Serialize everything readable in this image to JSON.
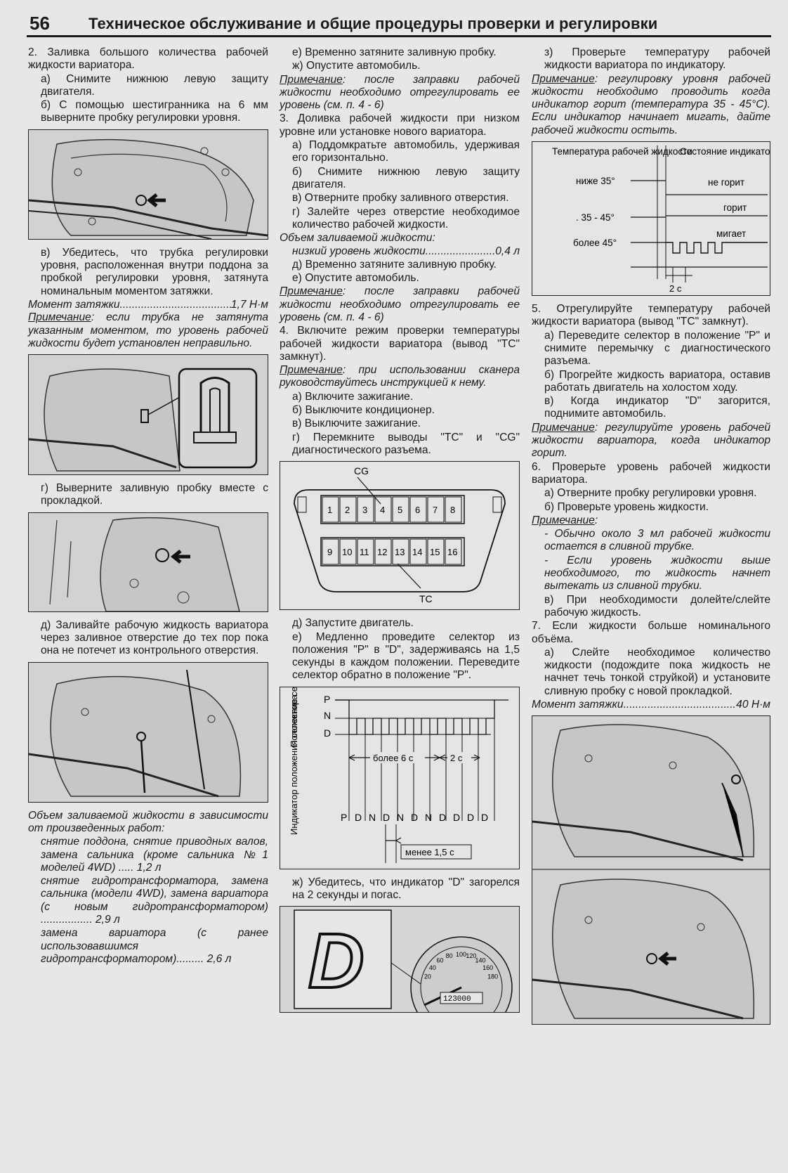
{
  "header": {
    "page_number": "56",
    "title": "Техническое обслуживание и общие процедуры проверки и регулировки"
  },
  "col1": {
    "s2_title": "2. Заливка большого количества рабочей жидкости вариатора.",
    "s2_a": "а) Снимите нижнюю левую защиту двигателя.",
    "s2_b": "б) С помощью шестигранника на 6 мм выверните пробку регулировки уровня.",
    "s2_v": "в) Убедитесь, что трубка регулировки уровня, расположенная внутри поддона за пробкой регулировки уровня, затянута номинальным моментом затяжки.",
    "torque_label": "Момент затяжки",
    "torque_value": "1,7 Н·м",
    "note1_label": "Примечание",
    "note1_text": ": если трубка не затянута указанным моментом, то уровень рабочей жидкости будет установлен неправильно.",
    "s2_g": "г) Выверните заливную пробку вместе с прокладкой.",
    "s2_d": "д) Заливайте рабочую жидкость вариатора через заливное отверстие до тех пор пока она не потечет из контрольного отверстия.",
    "vol_title": "Объем заливаемой жидкости в зависимости от произведенных работ:",
    "vol1_text": "снятие поддона, снятие приводных валов, замена сальника (кроме сальника №1 моделей 4WD)",
    "vol1_value": "1,2 л",
    "vol2_text": "снятие гидротрансформатора, замена сальника (модели 4WD), замена вариатора (с новым гидротрансформатором)",
    "vol2_value": "2,9 л",
    "vol3_text": "замена вариатора (с ранее использовавшимся гидротрансформатором)",
    "vol3_value": "2,6 л"
  },
  "col2": {
    "e1": "е) Временно затяните заливную пробку.",
    "zh1": "ж) Опустите автомобиль.",
    "note_label": "Примечание",
    "note_text": ": после заправки рабочей жидкости необходимо отрегулировать ее уровень (см. п. 4 - 6)",
    "s3_title": "3. Доливка рабочей жидкости при низком уровне или установке нового вариатора.",
    "s3_a": "а) Поддомкратьте автомобиль, удерживая его горизонтально.",
    "s3_b": "б) Снимите нижнюю левую защиту двигателя.",
    "s3_v": "в) Отверните пробку заливного отверстия.",
    "s3_g": "г) Залейте через отверстие необходимое количество рабочей жидкости.",
    "vol_label": "Объем заливаемой жидкости:",
    "vol_low_label": "низкий уровень жидкости",
    "vol_low_value": "0,4 л",
    "s3_d": "д) Временно затяните заливную пробку.",
    "s3_e": "е) Опустите автомобиль.",
    "note2_label": "Примечание",
    "note2_text": ": после заправки рабочей жидкости необходимо отрегулировать ее уровень (см. п. 4 - 6)",
    "s4_title": "4. Включите режим проверки температуры рабочей жидкости вариатора (вывод \"ТС\" замкнут).",
    "note3_label": "Примечание",
    "note3_text": ": при использовании сканера руководствуйтесь инструкцией к нему.",
    "s4_a": "а) Включите зажигание.",
    "s4_b": "б) Выключите кондиционер.",
    "s4_v": "в) Выключите зажигание.",
    "s4_g": "г) Перемкните выводы \"ТС\" и \"CG\" диагностического разъема.",
    "conn_cg": "CG",
    "conn_tc": "TC",
    "pins_top": [
      "1",
      "2",
      "3",
      "4",
      "5",
      "6",
      "7",
      "8"
    ],
    "pins_bottom": [
      "9",
      "10",
      "11",
      "12",
      "13",
      "14",
      "15",
      "16"
    ],
    "s4_d": "д) Запустите двигатель.",
    "s4_e": "е) Медленно проведите селектор из положения \"Р\" в \"D\", задерживаясь на 1,5 секунды в каждом положении. Переведите селектор обратно в положение \"Р\".",
    "timing_left_top": "Положение селектора",
    "timing_left_bottom": "Индикатор положения селектора",
    "timing_p": "P",
    "timing_n": "N",
    "timing_d": "D",
    "timing_more6": "более 6 с",
    "timing_2s": "2 с",
    "timing_less15": "менее 1,5 с",
    "indicator_seq": [
      "P",
      "D",
      "N",
      "D",
      "N",
      "D",
      "N",
      "D",
      "D",
      "D",
      "D"
    ],
    "s4_zh": "ж) Убедитесь, что индикатор \"D\" загорелся на 2 секунды и погас."
  },
  "col3": {
    "s4_z": "з) Проверьте температуру рабочей жидкости вариатора по индикатору.",
    "note_label": "Примечание",
    "note_text": ": регулировку уровня рабочей жидкости необходимо проводить когда индикатор горит (температура 35 - 45°С). Если индикатор начинает мигать, дайте рабочей жидкости остыть.",
    "diag_temp_header": "Температура рабочей жидкости",
    "diag_state_header": "Состояние индикатора",
    "diag_below": "ниже 35°",
    "diag_mid": ". 35 - 45°",
    "diag_above": "более 45°",
    "diag_off": "не горит",
    "diag_on": "горит",
    "diag_blink": "мигает",
    "diag_2s": "2 с",
    "s5_title": "5. Отрегулируйте температуру рабочей жидкости вариатора (вывод \"ТС\" замкнут).",
    "s5_a": "а) Переведите селектор в положение \"Р\" и снимите перемычку с диагностического разъема.",
    "s5_b": "б) Прогрейте жидкость вариатора, оставив работать двигатель на холостом ходу.",
    "s5_v": "в) Когда индикатор \"D\" загорится, поднимите автомобиль.",
    "note2_label": "Примечание",
    "note2_text": ": регулируйте уровень рабочей жидкости вариатора, когда индикатор горит.",
    "s6_title": "6. Проверьте уровень рабочей жидкости вариатора.",
    "s6_a": "а) Отверните пробку регулировки уровня.",
    "s6_b": "б) Проверьте уровень жидкости.",
    "note3_label": "Примечание",
    "note3_text": ":",
    "note3_l1": "- Обычно около 3 мл рабочей жидкости остается в сливной трубке.",
    "note3_l2": "- Если уровень жидкости выше необходимого, то жидкость начнет вытекать из сливной трубки.",
    "s6_v": "в) При необходимости долейте/слейте рабочую жидкость.",
    "s7_title": "7. Если жидкости больше номинального объёма.",
    "s7_a": "а) Слейте необходимое количество жидкости (подождите пока жидкость не начнет течь тонкой струйкой) и установите сливную пробку с новой прокладкой.",
    "torque_label": "Момент затяжки",
    "torque_value": "40 Н·м"
  },
  "dash": {
    "digit": "D",
    "gauge_ticks": [
      "20",
      "40",
      "60",
      "80",
      "100",
      "120",
      "140",
      "160",
      "180"
    ],
    "odo": "123000"
  }
}
